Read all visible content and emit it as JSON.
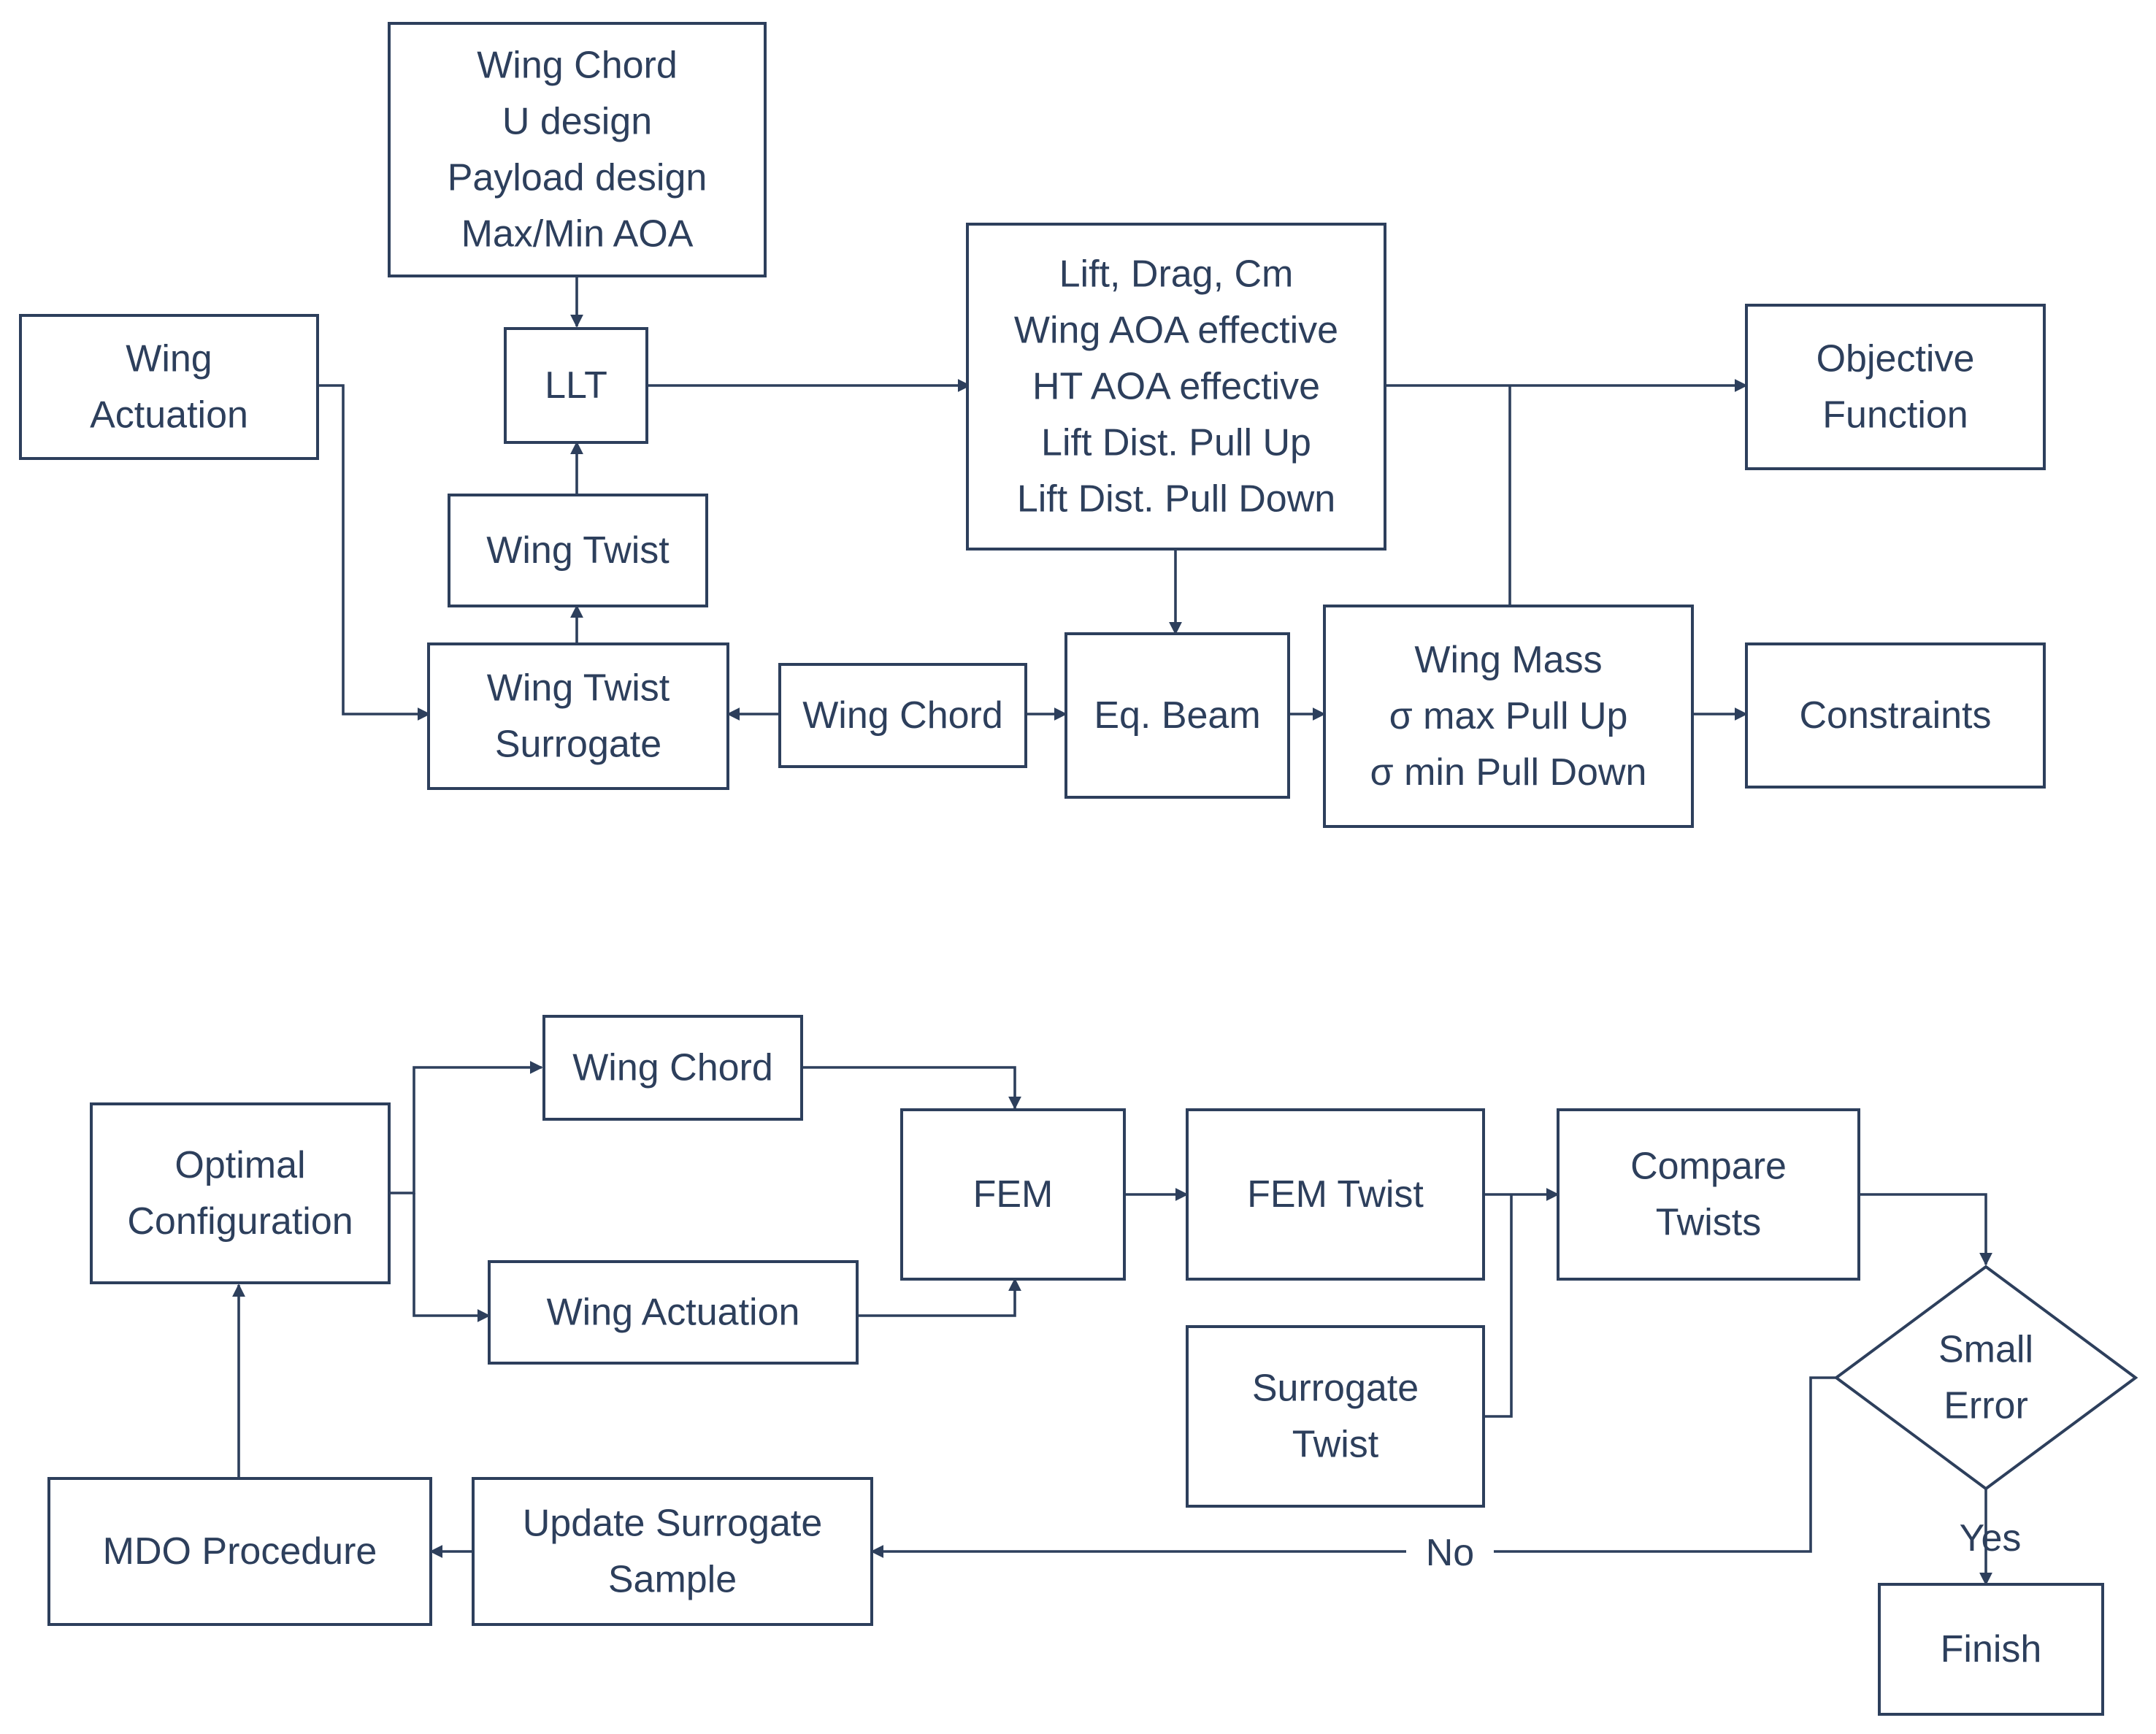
{
  "nodes": {
    "inputs": {
      "lines": [
        "Wing Chord",
        "U design",
        "Payload design",
        "Max/Min AOA"
      ]
    },
    "wing_actuation_top": {
      "lines": [
        "Wing",
        "Actuation"
      ]
    },
    "llt": {
      "lines": [
        "LLT"
      ]
    },
    "aero_outputs": {
      "lines": [
        "Lift, Drag, Cm",
        "Wing AOA effective",
        "HT AOA effective",
        "Lift Dist. Pull Up",
        "Lift Dist. Pull Down"
      ]
    },
    "objective": {
      "lines": [
        "Objective",
        "Function"
      ]
    },
    "wing_twist": {
      "lines": [
        "Wing Twist"
      ]
    },
    "twist_surrogate": {
      "lines": [
        "Wing Twist",
        "Surrogate"
      ]
    },
    "wing_chord_top": {
      "lines": [
        "Wing Chord"
      ]
    },
    "eq_beam": {
      "lines": [
        "Eq. Beam"
      ]
    },
    "wing_mass": {
      "lines": [
        "Wing Mass",
        "σ max Pull Up",
        "σ min Pull Down"
      ]
    },
    "constraints": {
      "lines": [
        "Constraints"
      ]
    },
    "optimal_config": {
      "lines": [
        "Optimal",
        "Configuration"
      ]
    },
    "wing_chord_bottom": {
      "lines": [
        "Wing Chord"
      ]
    },
    "wing_actuation_bottom": {
      "lines": [
        "Wing Actuation"
      ]
    },
    "fem": {
      "lines": [
        "FEM"
      ]
    },
    "fem_twist": {
      "lines": [
        "FEM Twist"
      ]
    },
    "compare_twists": {
      "lines": [
        "Compare",
        "Twists"
      ]
    },
    "surrogate_twist": {
      "lines": [
        "Surrogate",
        "Twist"
      ]
    },
    "small_error": {
      "lines": [
        "Small",
        "Error"
      ]
    },
    "mdo": {
      "lines": [
        "MDO Procedure"
      ]
    },
    "update_surrogate": {
      "lines": [
        "Update Surrogate",
        "Sample"
      ]
    },
    "finish": {
      "lines": [
        "Finish"
      ]
    }
  },
  "edge_labels": {
    "no": "No",
    "yes": "Yes"
  }
}
